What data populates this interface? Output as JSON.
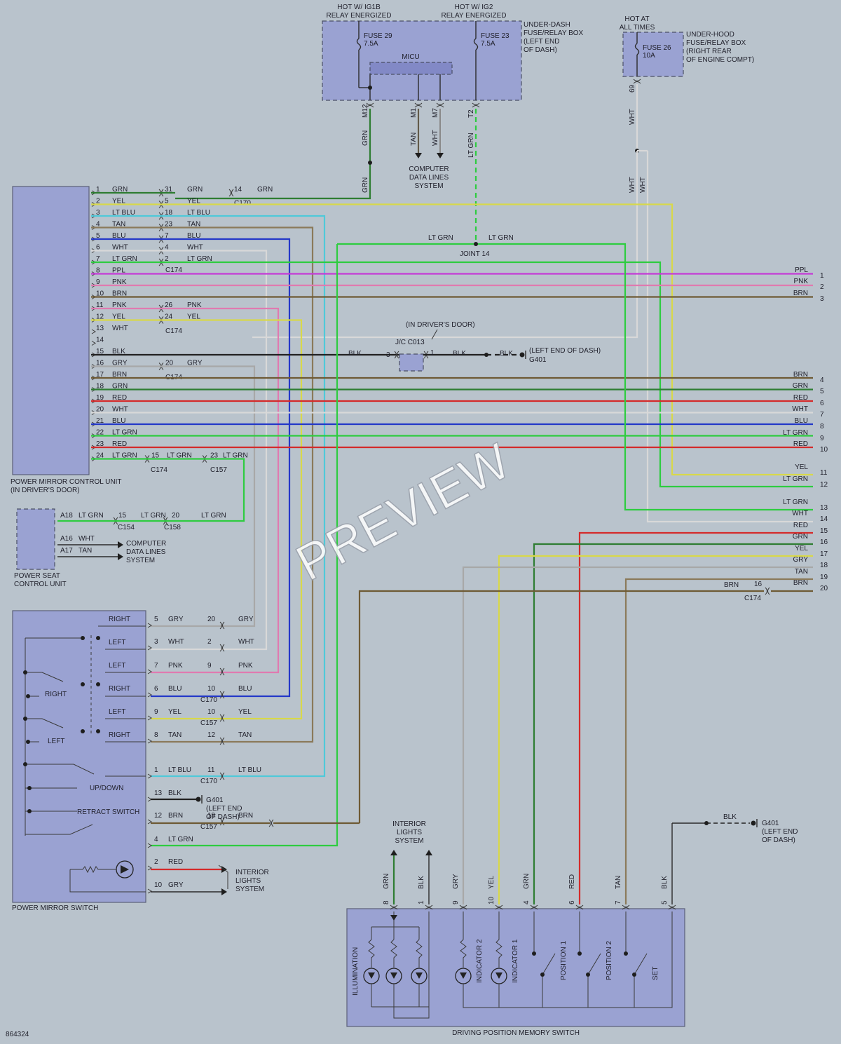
{
  "colors": {
    "GRN": "#2e7d32",
    "YEL": "#d8d84a",
    "LT BLU": "#4fc9d9",
    "TAN": "#8b7a5a",
    "BLU": "#2438c8",
    "WHT": "#d8d8d8",
    "LT GRN": "#2ecc40",
    "PPL": "#c43bd6",
    "PNK": "#e07ab0",
    "BRN": "#6e5a34",
    "BLK": "#222222",
    "GRY": "#a8a8a8",
    "RED": "#d42b2b",
    "box_fill": "#9aa2d2",
    "background": "#b9c3cc"
  },
  "labels": {
    "hot_ig1b": "HOT W/ IG1B",
    "relay1": "RELAY ENERGIZED",
    "hot_ig2": "HOT W/ IG2",
    "relay2": "RELAY ENERGIZED",
    "fuse29": "FUSE 29",
    "fuse29_a": "7.5A",
    "fuse23": "FUSE 23",
    "fuse23_a": "7.5A",
    "micu": "MICU",
    "underdash": [
      "UNDER-DASH",
      "FUSE/RELAY BOX",
      "(LEFT END",
      "OF DASH)"
    ],
    "hot_at": "HOT AT",
    "all_times": "ALL TIMES",
    "fuse26": "FUSE 26",
    "fuse26_a": "10A",
    "underhood": [
      "UNDER-HOOD",
      "FUSE/RELAY BOX",
      "(RIGHT REAR",
      "OF ENGINE COMPT)"
    ],
    "m12": "M12",
    "m1": "M1",
    "m7": "M7",
    "t2": "T2",
    "p69": "69",
    "grn": "GRN",
    "tan": "TAN",
    "wht": "WHT",
    "ltgrn": "LT GRN",
    "computer_data": [
      "COMPUTER",
      "DATA LINES",
      "SYSTEM"
    ],
    "joint14": "JOINT 14",
    "in_drivers_door": "(IN DRIVER'S DOOR)",
    "jc_c013": "J/C C013",
    "left_end_dash": "(LEFT END OF DASH)",
    "g401": "G401",
    "pmcu_title": "POWER MIRROR CONTROL UNIT",
    "pmcu_sub": "(IN DRIVER'S DOOR)",
    "pscu_title": "POWER SEAT",
    "pscu_sub": "CONTROL UNIT",
    "pms_title": "POWER MIRROR SWITCH",
    "dpms_title": "DRIVING POSITION MEMORY SWITCH",
    "interior_lights": [
      "INTERIOR",
      "LIGHTS",
      "SYSTEM"
    ],
    "g401_left": [
      "G401",
      "(LEFT END",
      "OF DASH)"
    ],
    "g401_pms": [
      "G401",
      "(LEFT END",
      "OF DASH)"
    ],
    "figure_id": "864324",
    "watermark": "PREVIEW",
    "c170": "C170",
    "c174": "C174",
    "c157": "C157",
    "c154": "C154",
    "c158": "C158",
    "pins_3": "3",
    "pins_1": "1",
    "blk": "BLK"
  },
  "pmcu_pins": [
    {
      "n": "1",
      "c": "GRN"
    },
    {
      "n": "2",
      "c": "YEL"
    },
    {
      "n": "3",
      "c": "LT BLU"
    },
    {
      "n": "4",
      "c": "TAN"
    },
    {
      "n": "5",
      "c": "BLU"
    },
    {
      "n": "6",
      "c": "WHT"
    },
    {
      "n": "7",
      "c": "LT GRN"
    },
    {
      "n": "8",
      "c": "PPL"
    },
    {
      "n": "9",
      "c": "PNK"
    },
    {
      "n": "10",
      "c": "BRN"
    },
    {
      "n": "11",
      "c": "PNK"
    },
    {
      "n": "12",
      "c": "YEL"
    },
    {
      "n": "13",
      "c": "WHT"
    },
    {
      "n": "14",
      "c": ""
    },
    {
      "n": "15",
      "c": "BLK"
    },
    {
      "n": "16",
      "c": "GRY"
    },
    {
      "n": "17",
      "c": "BRN"
    },
    {
      "n": "18",
      "c": "GRN"
    },
    {
      "n": "19",
      "c": "RED"
    },
    {
      "n": "20",
      "c": "WHT"
    },
    {
      "n": "21",
      "c": "BLU"
    },
    {
      "n": "22",
      "c": "LT GRN"
    },
    {
      "n": "23",
      "c": "RED"
    },
    {
      "n": "24",
      "c": "LT GRN"
    }
  ],
  "pmcu_second": [
    {
      "n": "31",
      "c": "GRN",
      "conn": "",
      "n3": "14",
      "c3": "GRN",
      "conn3": "C170"
    },
    {
      "n": "5",
      "c": "YEL",
      "conn": ""
    },
    {
      "n": "18",
      "c": "LT BLU",
      "conn": ""
    },
    {
      "n": "23",
      "c": "TAN",
      "conn": ""
    },
    {
      "n": "7",
      "c": "BLU",
      "conn": ""
    },
    {
      "n": "4",
      "c": "WHT",
      "conn": ""
    },
    {
      "n": "2",
      "c": "LT GRN",
      "conn": "C174"
    }
  ],
  "pmcu_second_b": [
    {
      "n": "26",
      "c": "PNK"
    },
    {
      "n": "24",
      "c": "YEL",
      "conn": "C174"
    }
  ],
  "pin16": {
    "n": "20",
    "c": "GRY",
    "conn": "C174"
  },
  "pin24": {
    "n": "15",
    "c": "LT GRN",
    "conn": "C174",
    "n3": "23",
    "c3": "LT GRN",
    "conn3": "C157"
  },
  "right_terms": [
    {
      "n": "1",
      "c": "PPL"
    },
    {
      "n": "2",
      "c": "PNK"
    },
    {
      "n": "3",
      "c": "BRN"
    },
    {
      "n": "4",
      "c": "BRN"
    },
    {
      "n": "5",
      "c": "GRN"
    },
    {
      "n": "6",
      "c": "RED"
    },
    {
      "n": "7",
      "c": "WHT"
    },
    {
      "n": "8",
      "c": "BLU"
    },
    {
      "n": "9",
      "c": "LT GRN"
    },
    {
      "n": "10",
      "c": "RED"
    },
    {
      "n": "11",
      "c": "YEL"
    },
    {
      "n": "12",
      "c": "LT GRN"
    },
    {
      "n": "13",
      "c": "LT GRN"
    },
    {
      "n": "14",
      "c": "WHT"
    },
    {
      "n": "15",
      "c": "RED"
    },
    {
      "n": "16",
      "c": "GRN"
    },
    {
      "n": "17",
      "c": "YEL"
    },
    {
      "n": "18",
      "c": "GRY"
    },
    {
      "n": "19",
      "c": "TAN"
    },
    {
      "n": "20",
      "c": "BRN"
    }
  ],
  "right_20_extra": {
    "n": "16",
    "c": "BRN",
    "conn": "C174"
  },
  "pscu_pins": [
    {
      "n": "A18",
      "c": "LT GRN",
      "n2": "15",
      "c2": "LT GRN",
      "conn2": "C154",
      "n3": "20",
      "c3": "LT GRN",
      "conn3": "C158"
    },
    {
      "n": "A16",
      "c": "WHT"
    },
    {
      "n": "A17",
      "c": "TAN"
    }
  ],
  "pms_switch_labels": [
    "RIGHT",
    "LEFT",
    "LEFT",
    "RIGHT",
    "LEFT",
    "RIGHT",
    "RIGHT",
    "LEFT",
    "UP/DOWN",
    "RETRACT SWITCH"
  ],
  "pms_pins": [
    {
      "n": "5",
      "c": "GRY",
      "n2": "20",
      "c2": "GRY"
    },
    {
      "n": "3",
      "c": "WHT",
      "n2": "2",
      "c2": "WHT"
    },
    {
      "n": "7",
      "c": "PNK",
      "n2": "9",
      "c2": "PNK"
    },
    {
      "n": "6",
      "c": "BLU",
      "n2": "10",
      "c2": "BLU",
      "conn": "C170"
    },
    {
      "n": "9",
      "c": "YEL",
      "n2": "10",
      "c2": "YEL",
      "conn": "C157"
    },
    {
      "n": "8",
      "c": "TAN",
      "n2": "12",
      "c2": "TAN"
    },
    {
      "n": "1",
      "c": "LT BLU",
      "n2": "11",
      "c2": "LT BLU",
      "conn": "C170"
    },
    {
      "n": "13",
      "c": "BLK"
    },
    {
      "n": "12",
      "c": "BRN",
      "n2": "19",
      "c2": "BRN",
      "conn": "C157"
    },
    {
      "n": "4",
      "c": "LT GRN"
    },
    {
      "n": "2",
      "c": "RED"
    },
    {
      "n": "10",
      "c": "GRY"
    }
  ],
  "dpms_pins": [
    {
      "n": "8",
      "c": "GRN"
    },
    {
      "n": "1",
      "c": "BLK"
    },
    {
      "n": "9",
      "c": "GRY"
    },
    {
      "n": "10",
      "c": "YEL"
    },
    {
      "n": "4",
      "c": "GRN"
    },
    {
      "n": "6",
      "c": "RED"
    },
    {
      "n": "7",
      "c": "TAN"
    },
    {
      "n": "5",
      "c": "BLK"
    }
  ],
  "dpms_parts": [
    "ILLUMINATION",
    "INDICATOR 2",
    "INDICATOR 1",
    "POSITION 1",
    "POSITION 2",
    "SET"
  ]
}
